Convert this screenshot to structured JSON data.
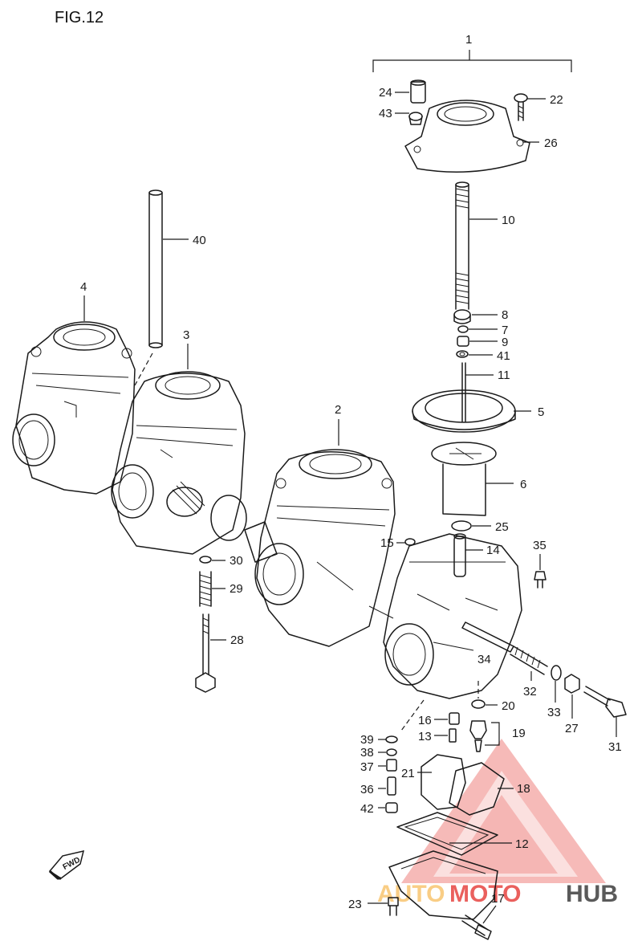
{
  "figure": {
    "title": "FIG.12"
  },
  "callouts": [
    {
      "id": "1",
      "label": "1"
    },
    {
      "id": "2",
      "label": "2"
    },
    {
      "id": "3",
      "label": "3"
    },
    {
      "id": "4",
      "label": "4"
    },
    {
      "id": "5",
      "label": "5"
    },
    {
      "id": "6",
      "label": "6"
    },
    {
      "id": "7",
      "label": "7"
    },
    {
      "id": "8",
      "label": "8"
    },
    {
      "id": "9",
      "label": "9"
    },
    {
      "id": "10",
      "label": "10"
    },
    {
      "id": "11",
      "label": "11"
    },
    {
      "id": "12",
      "label": "12"
    },
    {
      "id": "13",
      "label": "13"
    },
    {
      "id": "14",
      "label": "14"
    },
    {
      "id": "15",
      "label": "15"
    },
    {
      "id": "16",
      "label": "16"
    },
    {
      "id": "17",
      "label": "17"
    },
    {
      "id": "18",
      "label": "18"
    },
    {
      "id": "19",
      "label": "19"
    },
    {
      "id": "20",
      "label": "20"
    },
    {
      "id": "21",
      "label": "21"
    },
    {
      "id": "22",
      "label": "22"
    },
    {
      "id": "23",
      "label": "23"
    },
    {
      "id": "24",
      "label": "24"
    },
    {
      "id": "25",
      "label": "25"
    },
    {
      "id": "26",
      "label": "26"
    },
    {
      "id": "27",
      "label": "27"
    },
    {
      "id": "28",
      "label": "28"
    },
    {
      "id": "29",
      "label": "29"
    },
    {
      "id": "30",
      "label": "30"
    },
    {
      "id": "31",
      "label": "31"
    },
    {
      "id": "32",
      "label": "32"
    },
    {
      "id": "33",
      "label": "33"
    },
    {
      "id": "34",
      "label": "34"
    },
    {
      "id": "35",
      "label": "35"
    },
    {
      "id": "36",
      "label": "36"
    },
    {
      "id": "37",
      "label": "37"
    },
    {
      "id": "38",
      "label": "38"
    },
    {
      "id": "39",
      "label": "39"
    },
    {
      "id": "40",
      "label": "40"
    },
    {
      "id": "41",
      "label": "41"
    },
    {
      "id": "42",
      "label": "42"
    },
    {
      "id": "43",
      "label": "43"
    }
  ],
  "fwd_badge": {
    "label": "FWD"
  },
  "watermark": {
    "text_auto": "AUTO",
    "text_moto": "MOTO",
    "text_hub": "HUB",
    "color_red": "#e53935",
    "color_gray": "#5a5a5a",
    "color_orange": "#f5a623"
  },
  "colors": {
    "ink": "#1a1a1a",
    "background": "#ffffff"
  }
}
